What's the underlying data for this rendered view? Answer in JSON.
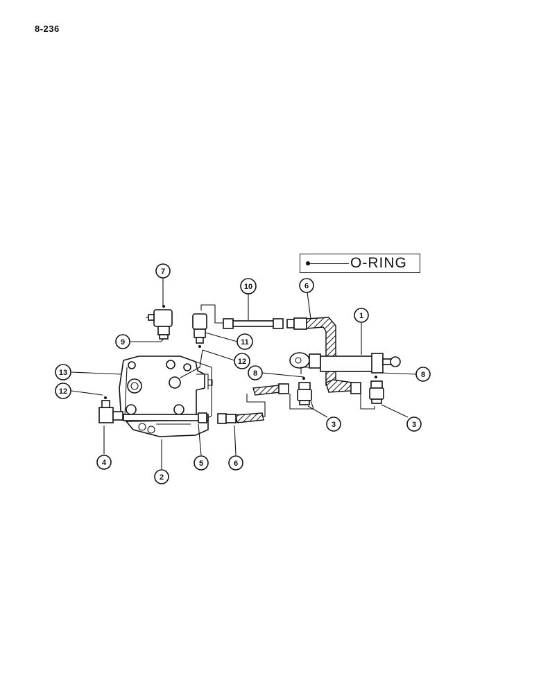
{
  "page": {
    "number": "8-236"
  },
  "legend": {
    "text": "O-RING"
  },
  "callouts": [
    {
      "id": "c1",
      "label": "1"
    },
    {
      "id": "c2",
      "label": "2"
    },
    {
      "id": "c3a",
      "label": "3"
    },
    {
      "id": "c3b",
      "label": "3"
    },
    {
      "id": "c4",
      "label": "4"
    },
    {
      "id": "c5",
      "label": "5"
    },
    {
      "id": "c6a",
      "label": "6"
    },
    {
      "id": "c6b",
      "label": "6"
    },
    {
      "id": "c7",
      "label": "7"
    },
    {
      "id": "c8a",
      "label": "8"
    },
    {
      "id": "c8b",
      "label": "8"
    },
    {
      "id": "c9",
      "label": "9"
    },
    {
      "id": "c10",
      "label": "10"
    },
    {
      "id": "c11",
      "label": "11"
    },
    {
      "id": "c12a",
      "label": "12"
    },
    {
      "id": "c12b",
      "label": "12"
    },
    {
      "id": "c13",
      "label": "13"
    }
  ]
}
